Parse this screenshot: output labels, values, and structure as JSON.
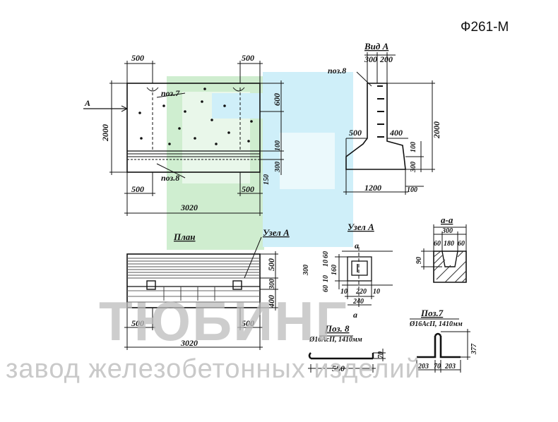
{
  "header": {
    "code": "Ф261-М"
  },
  "watermark": {
    "brand": "ТЮБИНГ",
    "tagline": "завод железобетонных изделий"
  },
  "front": {
    "arrow_label": "А",
    "dim_width": "3020",
    "dim_height": "2000",
    "dim_left_top": "500",
    "dim_right_top": "500",
    "dim_left_bottom": "500",
    "dim_right_bottom": "500",
    "dim_600": "600",
    "dim_100": "100",
    "dim_300": "300",
    "dim_150": "150",
    "pos7": "поз.7",
    "pos8": "поз.8"
  },
  "side": {
    "title": "Вид А",
    "dim_300": "300",
    "dim_200": "200",
    "pos8": "поз.8",
    "dim_500": "500",
    "dim_400": "400",
    "dim_100": "100",
    "dim_300b": "300",
    "dim_2000": "2000",
    "dim_1200": "1200",
    "dim_100b": "100"
  },
  "plan": {
    "title": "План",
    "node_label": "Узел А",
    "dim_500": "500",
    "dim_300": "300",
    "dim_400": "400",
    "dim_left": "500",
    "dim_right": "500",
    "dim_width": "3020"
  },
  "node": {
    "title": "Узел А",
    "section_mark": "а",
    "section_mark_b": "а",
    "v_300": "300",
    "v_60a": "60",
    "v_10a": "10",
    "v_160": "160",
    "v_10b": "10",
    "v_60b": "60",
    "h_10a": "10",
    "h_220": "220",
    "h_10b": "10",
    "h_240": "240"
  },
  "section": {
    "title": "а-а",
    "dim_300": "300",
    "dim_60a": "60",
    "dim_180": "180",
    "dim_60b": "60",
    "dim_90": "90"
  },
  "pos8_detail": {
    "title": "Поз. 8",
    "spec": "Ø16АсII, 1410мм",
    "dim_580": "580",
    "dim_70": "70"
  },
  "pos7_detail": {
    "title": "Поз.7",
    "spec": "Ø16АсII, 1410мм",
    "dim_377": "377",
    "dim_203a": "203",
    "dim_70": "70",
    "dim_203b": "203"
  }
}
